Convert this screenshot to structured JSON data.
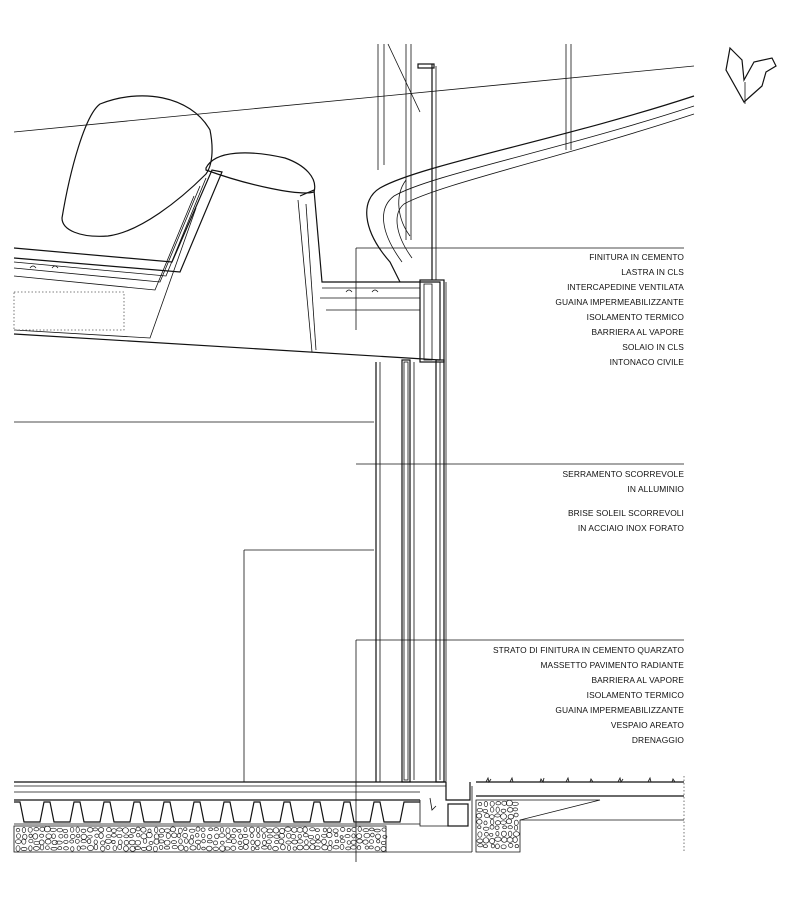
{
  "callouts": {
    "roof": {
      "lines": [
        "FINITURA IN CEMENTO",
        "LASTRA IN CLS",
        "INTERCAPEDINE VENTILATA",
        "GUAINA IMPERMEABILIZZANTE",
        "ISOLAMENTO TERMICO",
        "BARRIERA AL VAPORE",
        "SOLAIO IN CLS",
        "INTONACO CIVILE"
      ]
    },
    "window": {
      "lines": [
        "SERRAMENTO SCORREVOLE",
        "IN ALLUMINIO"
      ]
    },
    "brise": {
      "lines": [
        "BRISE SOLEIL SCORREVOLI",
        "IN ACCIAIO INOX FORATO"
      ]
    },
    "floor": {
      "lines": [
        "STRATO DI FINITURA IN CEMENTO QUARZATO",
        "MASSETTO PAVIMENTO RADIANTE",
        "BARRIERA AL VAPORE",
        "ISOLAMENTO TERMICO",
        "GUAINA IMPERMEABILIZZANTE",
        "VESPAIO AREATO",
        "DRENAGGIO"
      ]
    }
  }
}
